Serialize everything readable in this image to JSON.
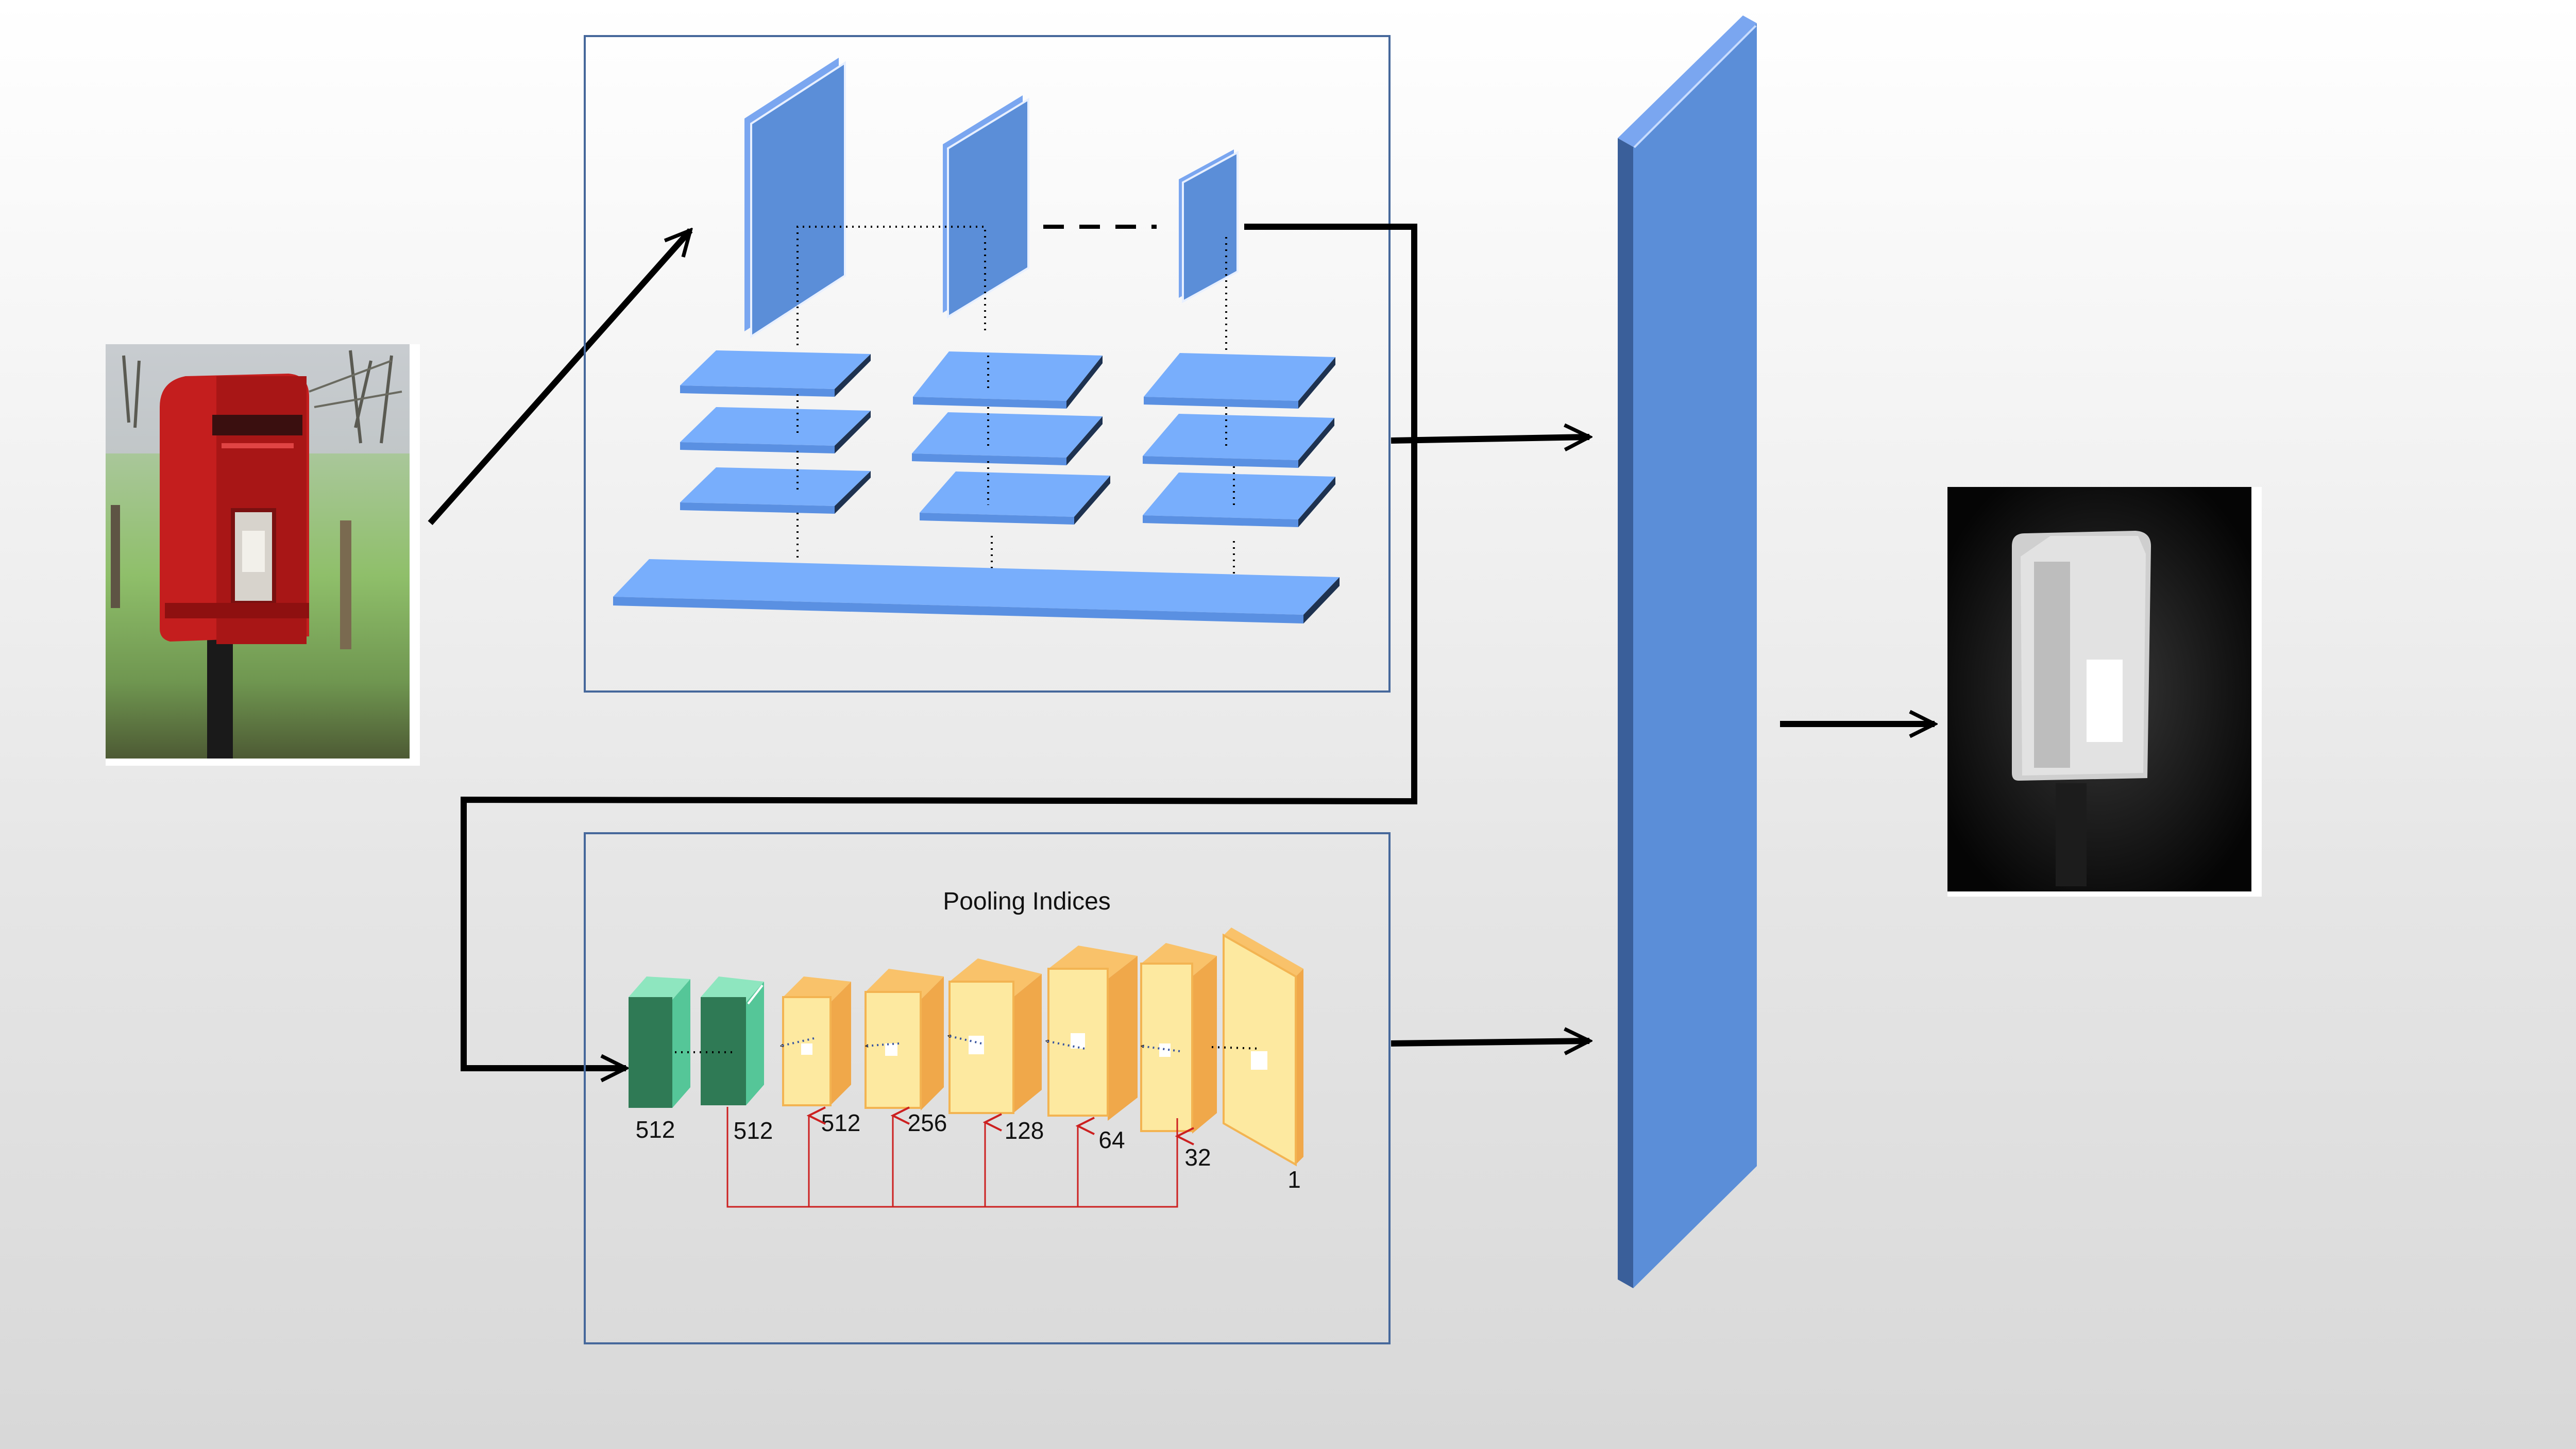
{
  "bottom_module": {
    "title": "Pooling Indices",
    "channel_labels": [
      "512",
      "512",
      "512",
      "256",
      "128",
      "64",
      "32",
      "1"
    ]
  },
  "colors": {
    "plate_blue": "#5b8ed8",
    "slab_blue": "#78aefc",
    "box_border": "#46689b",
    "encoder_green": "#55c698",
    "decoder_yellow": "#fde9a0",
    "decoder_orange": "#f3b452",
    "skip_red": "#cc2020"
  },
  "icons": {
    "input_image": "red-postbox-photo",
    "output_image": "saliency-map"
  }
}
